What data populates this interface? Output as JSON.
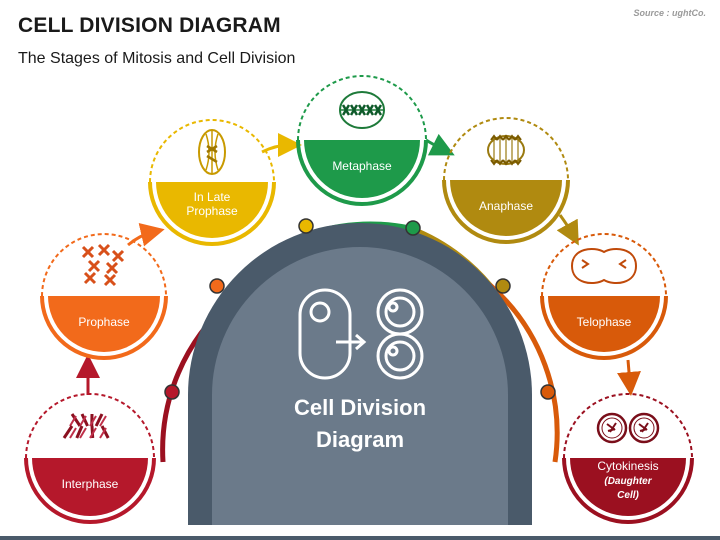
{
  "header": {
    "title": "CELL DIVISION DIAGRAM",
    "subtitle": "The Stages of Mitosis and Cell Division",
    "source": "Source : ughtCo."
  },
  "center": {
    "line1": "Cell Division",
    "line2": "Diagram"
  },
  "colors": {
    "interphase": "#B5182B",
    "prophase": "#F26A1B",
    "late_prophase": "#E9B800",
    "metaphase": "#1E9A4A",
    "anaphase": "#B08A10",
    "telophase": "#D85A0A",
    "cytokinesis": "#9B1020",
    "dome": "#4A5A6A",
    "dome_inner": "#6B7A8A"
  },
  "stages": [
    {
      "key": "interphase",
      "lines": [
        "Interphase"
      ]
    },
    {
      "key": "prophase",
      "lines": [
        "Prophase"
      ]
    },
    {
      "key": "late_prophase",
      "lines": [
        "In Late",
        "Prophase"
      ]
    },
    {
      "key": "metaphase",
      "lines": [
        "Metaphase"
      ]
    },
    {
      "key": "anaphase",
      "lines": [
        "Anaphase"
      ]
    },
    {
      "key": "telophase",
      "lines": [
        "Telophase"
      ]
    },
    {
      "key": "cytokinesis",
      "lines": [
        "Cytokinesis",
        "(Daughter",
        "Cell)"
      ]
    }
  ]
}
